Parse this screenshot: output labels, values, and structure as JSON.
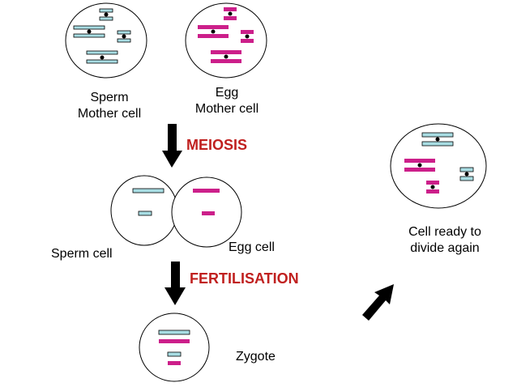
{
  "labels": {
    "sperm_mother_line1": "Sperm",
    "sperm_mother_line2": "Mother cell",
    "egg_mother_line1": "Egg",
    "egg_mother_line2": "Mother cell",
    "meiosis": "MEIOSIS",
    "sperm_cell": "Sperm cell",
    "egg_cell": "Egg cell",
    "fertilisation": "FERTILISATION",
    "zygote": "Zygote",
    "ready_line1": "Cell ready to",
    "ready_line2": "divide again"
  },
  "colors": {
    "paternal_chromosome": "#a8dde3",
    "maternal_chromosome": "#cc1f8a",
    "process_text": "#c0201f",
    "arrow": "#000000",
    "outline": "#000000"
  }
}
